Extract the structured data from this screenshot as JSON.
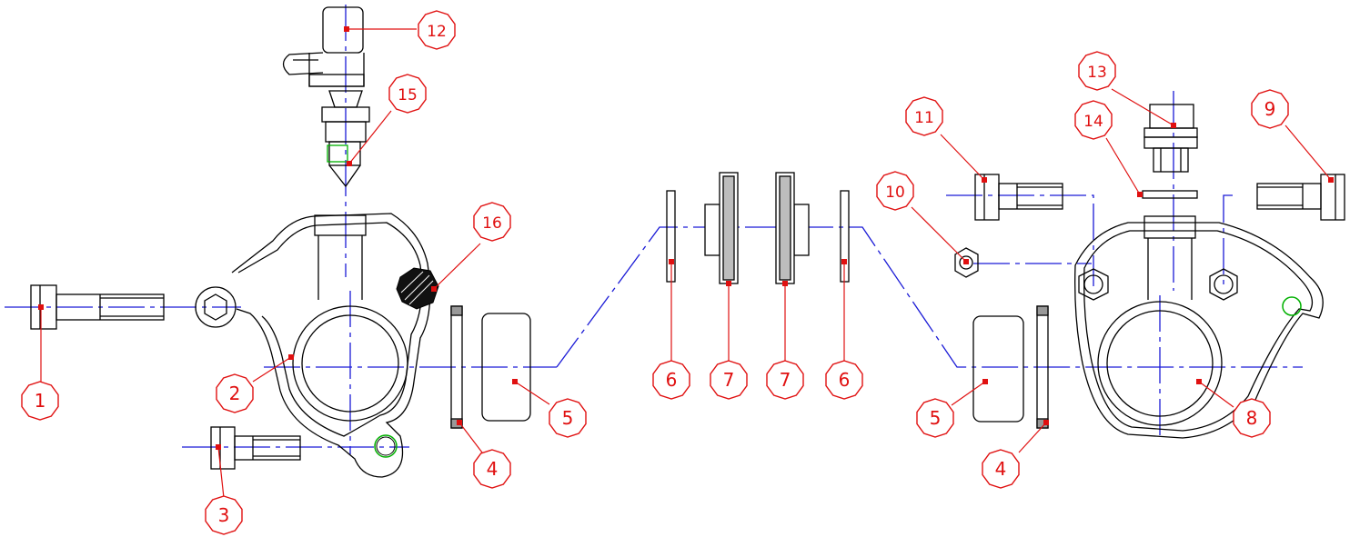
{
  "colors": {
    "outline": "#000000",
    "centerline": "#1a1ad6",
    "callout": "#e01010",
    "accent_green": "#00b000",
    "background": "#ffffff"
  },
  "callouts": [
    {
      "label": "1",
      "part": "bolt"
    },
    {
      "label": "2",
      "part": "caliper-half-left"
    },
    {
      "label": "3",
      "part": "bolt"
    },
    {
      "label": "4",
      "part": "seal-ring"
    },
    {
      "label": "5",
      "part": "piston"
    },
    {
      "label": "6",
      "part": "shim"
    },
    {
      "label": "7",
      "part": "brake-pad"
    },
    {
      "label": "7",
      "part": "brake-pad"
    },
    {
      "label": "6",
      "part": "shim"
    },
    {
      "label": "5",
      "part": "piston"
    },
    {
      "label": "8",
      "part": "caliper-half-right"
    },
    {
      "label": "4",
      "part": "seal-ring"
    },
    {
      "label": "9",
      "part": "bolt"
    },
    {
      "label": "10",
      "part": "nut"
    },
    {
      "label": "11",
      "part": "bolt"
    },
    {
      "label": "12",
      "part": "bleeder-cap"
    },
    {
      "label": "13",
      "part": "plug"
    },
    {
      "label": "14",
      "part": "washer"
    },
    {
      "label": "15",
      "part": "bleeder-valve"
    },
    {
      "label": "16",
      "part": "plug"
    }
  ]
}
